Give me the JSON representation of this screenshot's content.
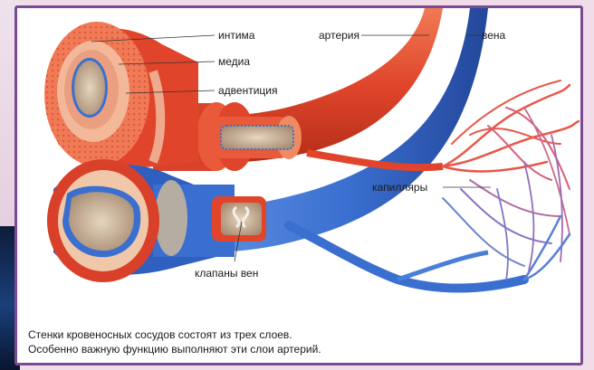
{
  "labels": {
    "intima": "интима",
    "media": "медиа",
    "adventitia": "адвентиция",
    "artery": "артерия",
    "vein": "вена",
    "capillaries": "капилляры",
    "vein_valves": "клапаны вен"
  },
  "caption": {
    "line1": "Стенки кровеносных сосудов состоят из трех слоев.",
    "line2": "Особенно важную функцию выполняют эти слои артерий."
  },
  "colors": {
    "artery": "#e0452b",
    "artery_dark": "#b52d18",
    "vein": "#3a6fd0",
    "vein_dark": "#23479a",
    "frame": "#7b4b92",
    "lumen": "#c7b19a"
  }
}
